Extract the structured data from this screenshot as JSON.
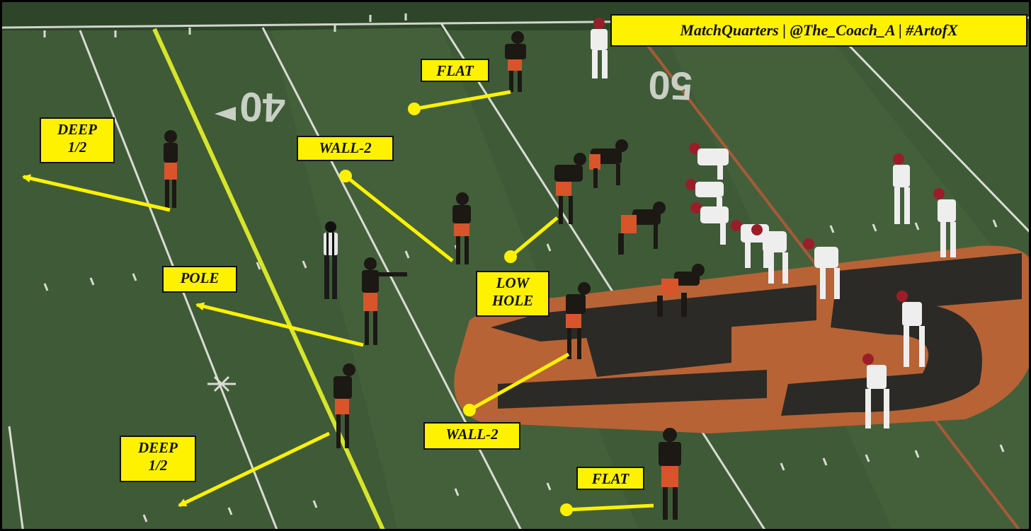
{
  "banner": {
    "text": "MatchQuarters | @The_Coach_A | #ArtofX"
  },
  "field_numbers": {
    "left": "40",
    "right": "50"
  },
  "labels": {
    "flat_top": "FLAT",
    "deep_left_top_1": "DEEP",
    "deep_left_top_2": "1/2",
    "wall_top": "WALL-2",
    "pole": "POLE",
    "low_hole_1": "LOW",
    "low_hole_2": "HOLE",
    "wall_bottom": "WALL-2",
    "deep_left_bottom_1": "DEEP",
    "deep_left_bottom_2": "1/2",
    "flat_bottom": "FLAT"
  },
  "colors": {
    "turf": "#3f5a37",
    "turf_dark": "#33492d",
    "logo_orange": "#b86335",
    "logo_dark": "#2b2a26",
    "defense_jersey": "#1c1814",
    "defense_pants": "#d9542a",
    "offense_jersey": "#eeeeee",
    "offense_helmet": "#9c1d2a",
    "annotation": "#fff200"
  }
}
